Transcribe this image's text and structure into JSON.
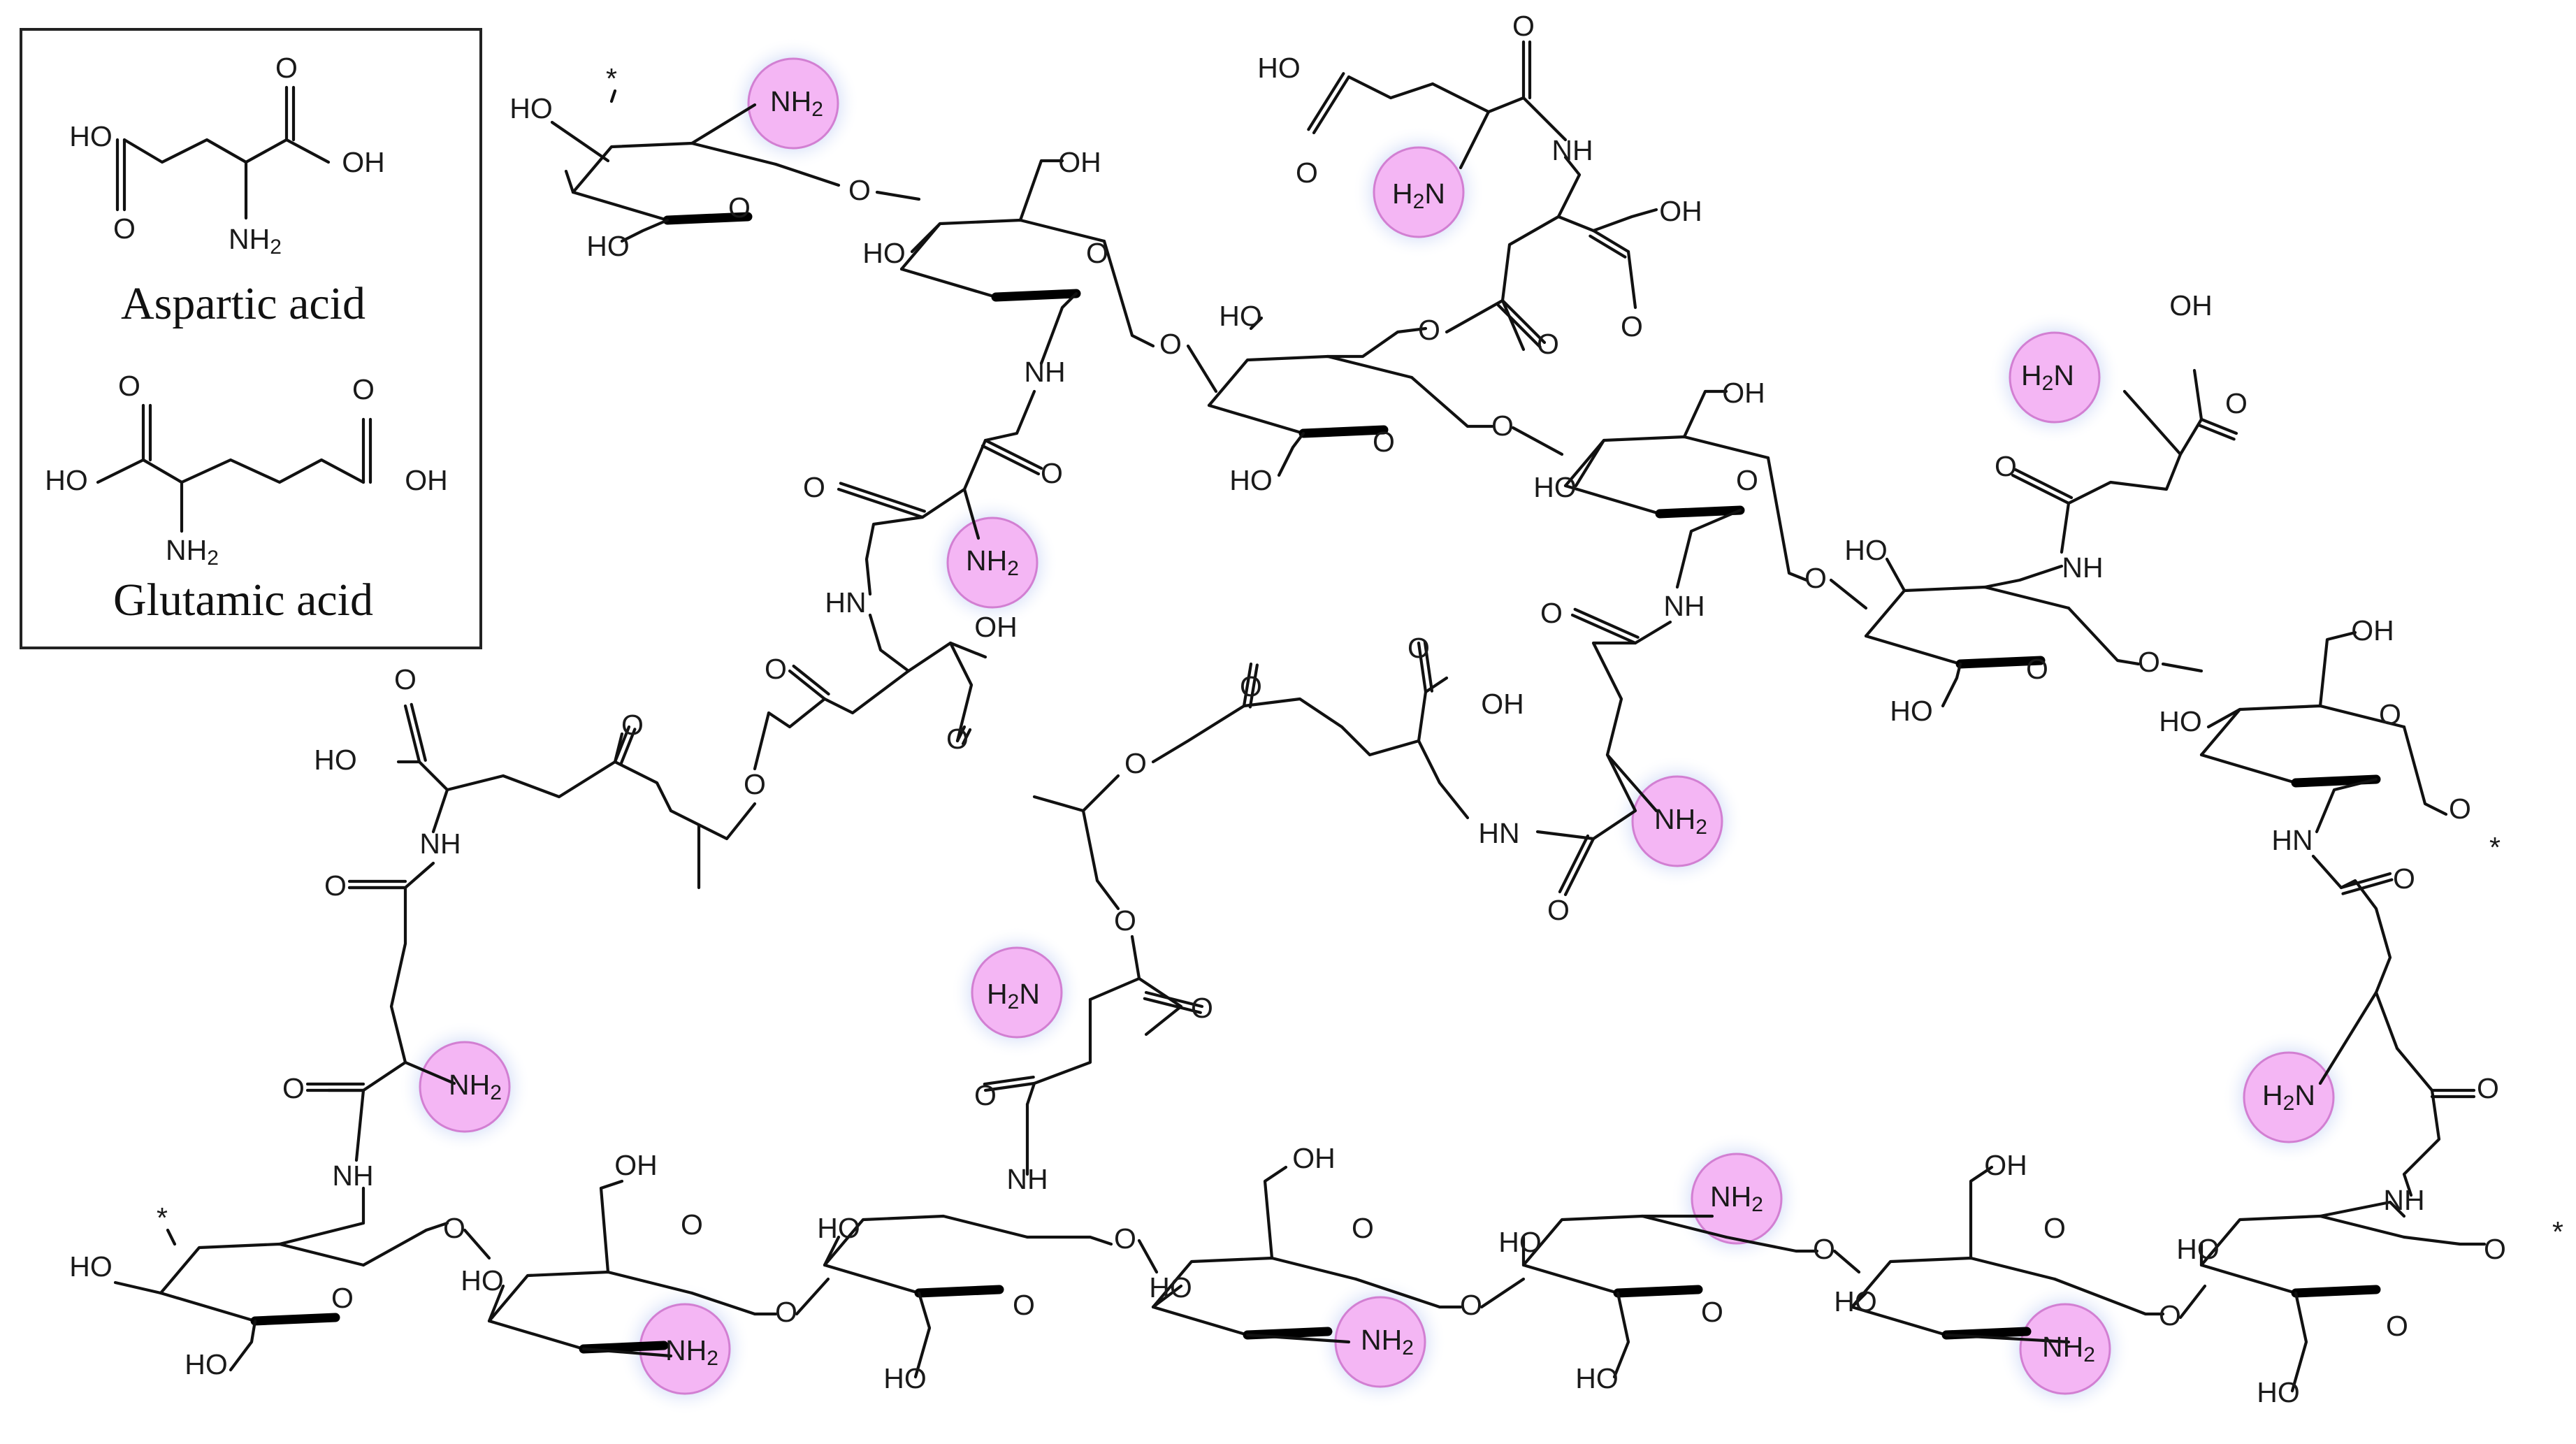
{
  "legend": {
    "asp_caption": "Aspartic acid",
    "glu_caption": "Glutamic acid",
    "atoms": {
      "ho": "HO",
      "oh": "OH",
      "o": "O",
      "nh2": "NH2"
    }
  },
  "labels": {
    "ho": "HO",
    "oh": "OH",
    "o": "O",
    "nh": "NH",
    "hn": "HN",
    "nh2": "NH2",
    "h2n": "H2N",
    "star": "*"
  },
  "colors": {
    "bond": "#111111",
    "highlight_fill": "#f4b6f4",
    "highlight_glow": "#aebff0",
    "background": "#ffffff"
  }
}
